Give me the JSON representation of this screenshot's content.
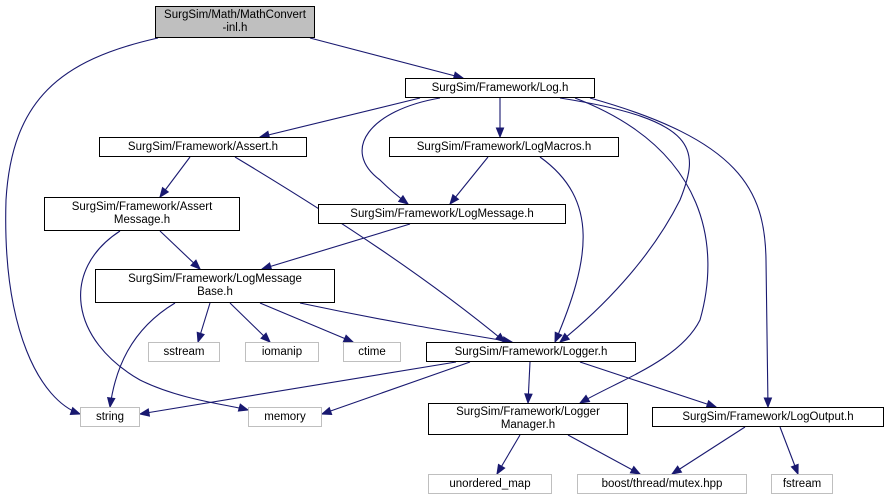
{
  "nodes": {
    "mathconvert": "SurgSim/Math/MathConvert\n-inl.h",
    "log": "SurgSim/Framework/Log.h",
    "assert": "SurgSim/Framework/Assert.h",
    "logmacros": "SurgSim/Framework/LogMacros.h",
    "assertmessage": "SurgSim/Framework/Assert\nMessage.h",
    "logmessage": "SurgSim/Framework/LogMessage.h",
    "logmessagebase": "SurgSim/Framework/LogMessage\nBase.h",
    "sstream": "sstream",
    "iomanip": "iomanip",
    "ctime": "ctime",
    "logger": "SurgSim/Framework/Logger.h",
    "string": "string",
    "memory": "memory",
    "loggermanager": "SurgSim/Framework/Logger\nManager.h",
    "logoutput": "SurgSim/Framework/LogOutput.h",
    "unordered_map": "unordered_map",
    "mutex": "boost/thread/mutex.hpp",
    "fstream": "fstream"
  },
  "colors": {
    "edge": "#191970",
    "current_fill": "#bfbfbf",
    "system_border": "#bfbfbf"
  }
}
